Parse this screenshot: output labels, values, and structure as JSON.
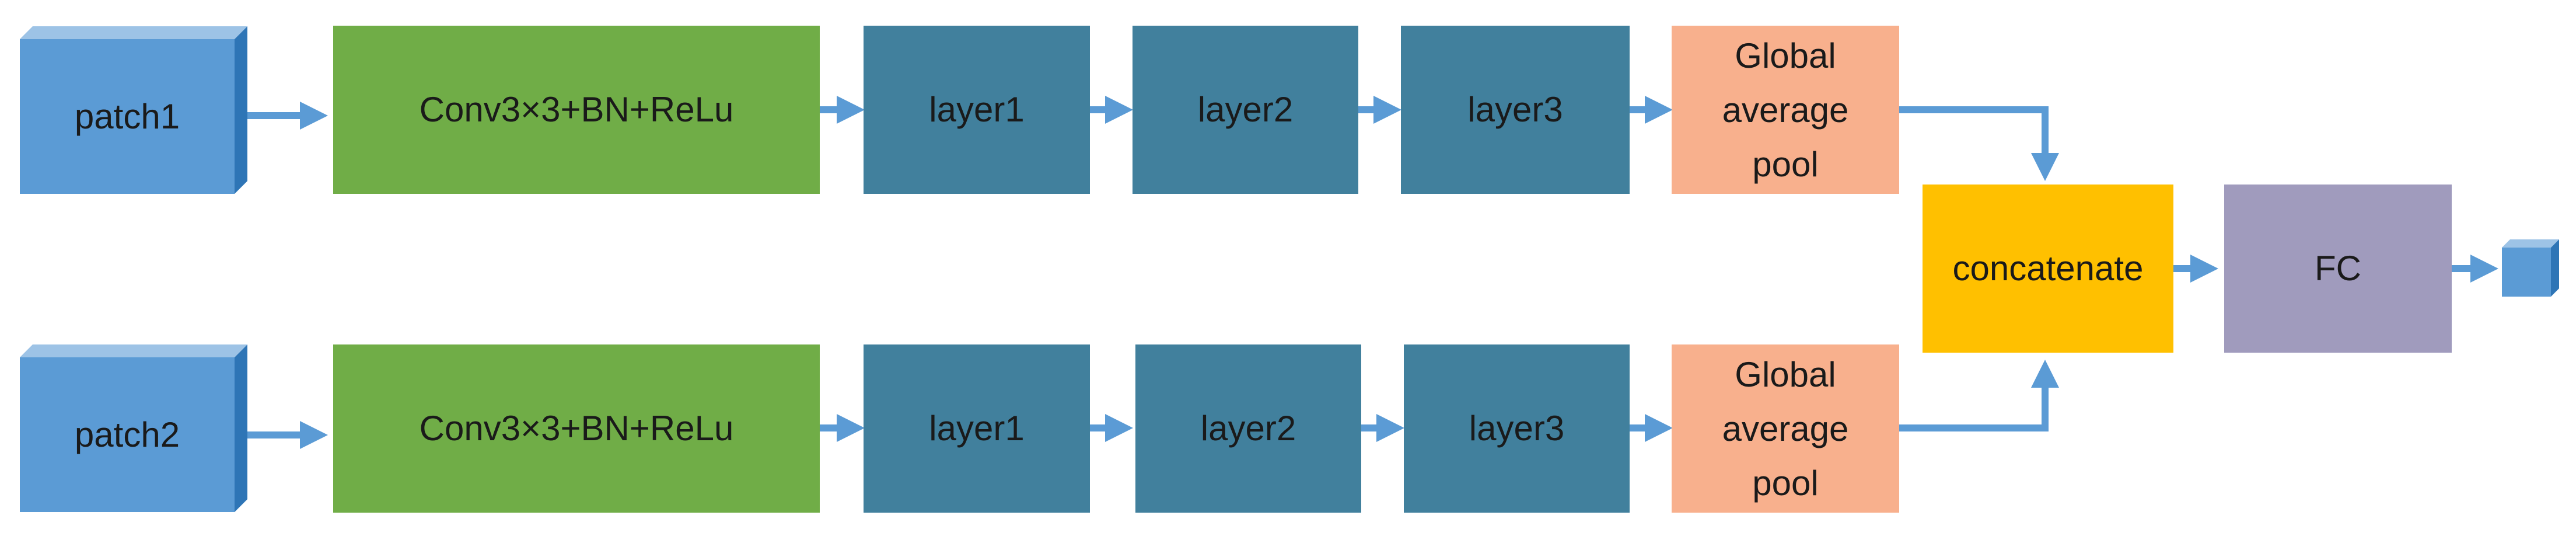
{
  "diagram": {
    "branches": [
      {
        "input": "patch1",
        "conv": "Conv3×3+BN+ReLu",
        "layers": [
          "layer1",
          "layer2",
          "layer3"
        ],
        "pool": [
          "Global",
          "average",
          "pool"
        ]
      },
      {
        "input": "patch2",
        "conv": "Conv3×3+BN+ReLu",
        "layers": [
          "layer1",
          "layer2",
          "layer3"
        ],
        "pool": [
          "Global",
          "average",
          "pool"
        ]
      }
    ],
    "concat": "concatenate",
    "fc": "FC"
  },
  "colors": {
    "patch": "#5b9bd5",
    "patch_side": "#2e75b6",
    "patch_top": "#9dc3e6",
    "conv": "#70ad47",
    "layer": "#41809d",
    "pool": "#f8b08d",
    "concat": "#ffc000",
    "fc": "#a09bbd",
    "arrow": "#5b9bd5"
  }
}
